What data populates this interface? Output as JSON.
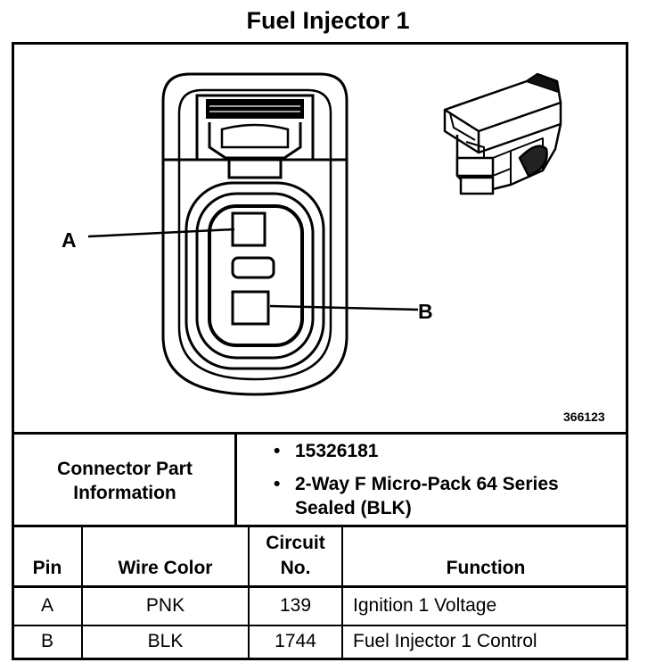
{
  "title": "Fuel Injector 1",
  "figure_number": "366123",
  "pin_labels": [
    "A",
    "B"
  ],
  "connector_info": {
    "label": "Connector Part Information",
    "part_number": "15326181",
    "description_line1": "2-Way F Micro-Pack 64 Series",
    "description_line2": "Sealed (BLK)"
  },
  "table": {
    "headers": {
      "pin": "Pin",
      "wire_color": "Wire Color",
      "circuit_line1": "Circuit",
      "circuit_line2": "No.",
      "function": "Function"
    },
    "rows": [
      {
        "pin": "A",
        "wire_color": "PNK",
        "circuit": "139",
        "function": "Ignition 1 Voltage"
      },
      {
        "pin": "B",
        "wire_color": "BLK",
        "circuit": "1744",
        "function": "Fuel Injector 1 Control"
      }
    ]
  }
}
